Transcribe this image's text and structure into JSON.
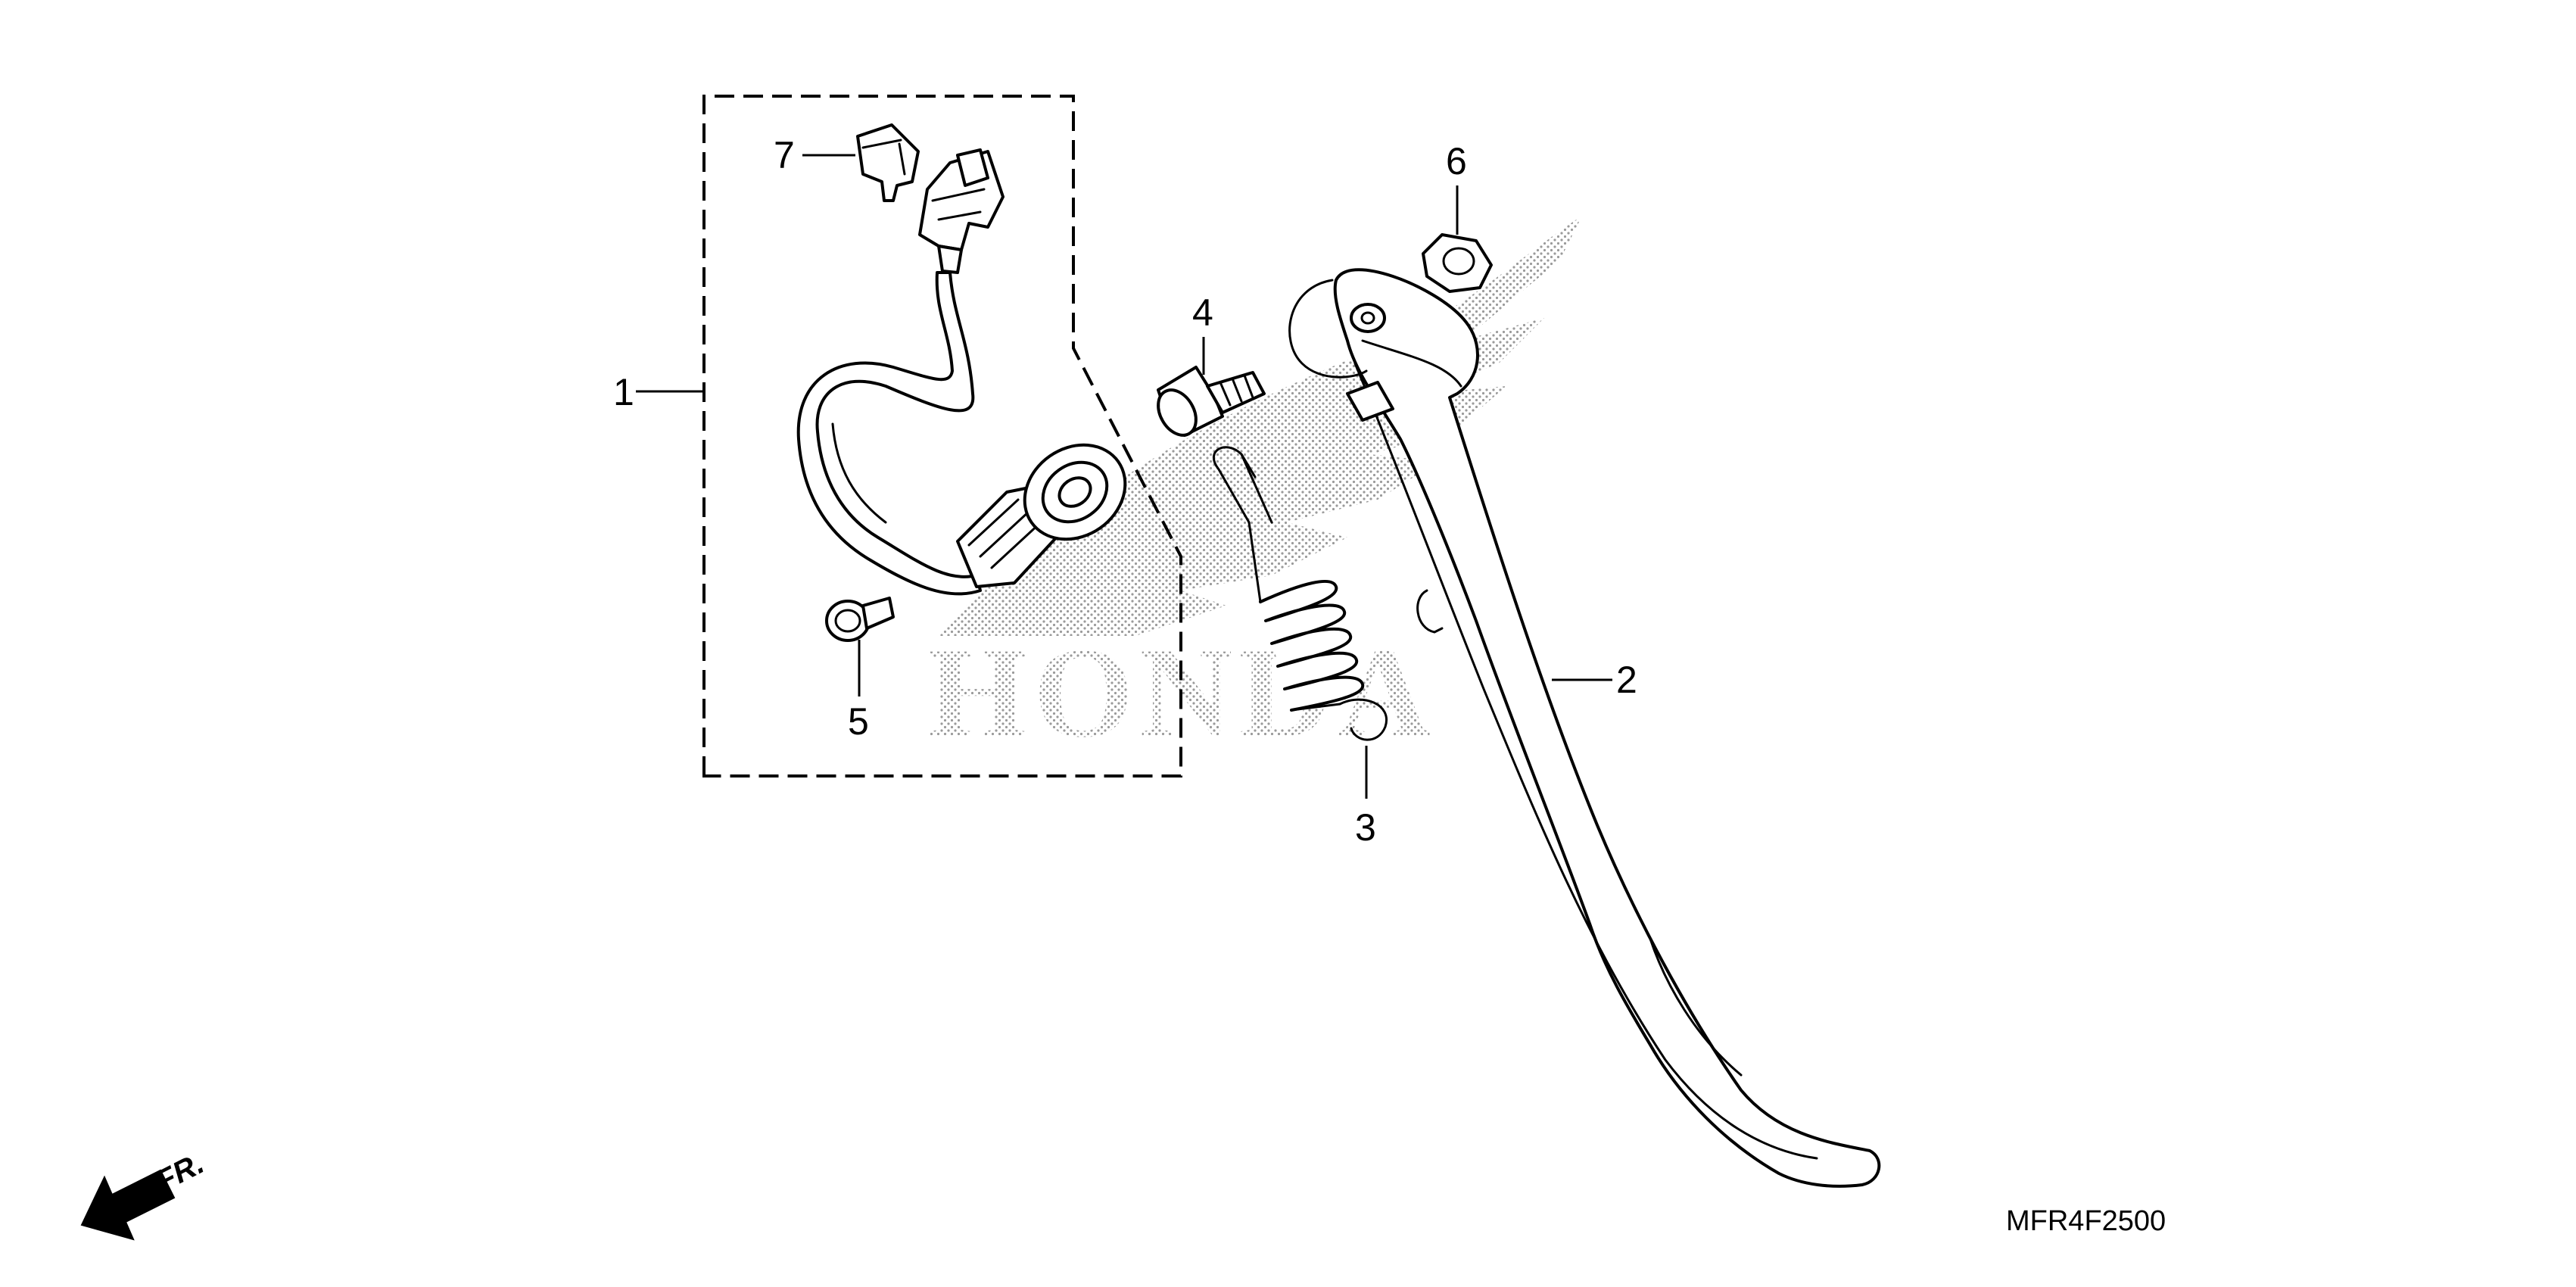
{
  "diagram": {
    "callouts": [
      {
        "id": "1",
        "label": "1",
        "part": "side-stand-switch-assembly"
      },
      {
        "id": "2",
        "label": "2",
        "part": "side-stand-bar"
      },
      {
        "id": "3",
        "label": "3",
        "part": "stand-spring"
      },
      {
        "id": "4",
        "label": "4",
        "part": "pivot-bolt"
      },
      {
        "id": "5",
        "label": "5",
        "part": "switch-mounting-bolt"
      },
      {
        "id": "6",
        "label": "6",
        "part": "pivot-nut"
      },
      {
        "id": "7",
        "label": "7",
        "part": "wire-clip"
      }
    ],
    "diagram_code": "MFR4F2500",
    "front_indicator": "FR.",
    "watermark": "HONDA"
  },
  "colors": {
    "line": "#000000",
    "background": "#ffffff",
    "watermark_dots": "#9a9a9a"
  }
}
